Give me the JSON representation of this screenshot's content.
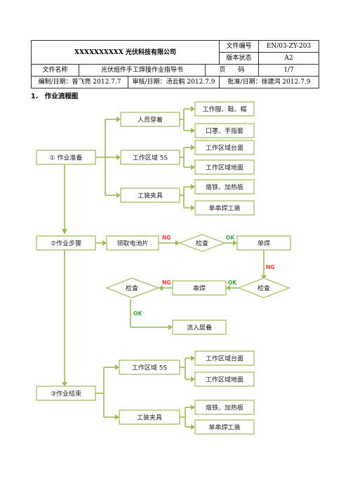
{
  "header": {
    "company": "XXXXXXXXXX 光伏科技有限公司",
    "doc_no_label": "文件编号",
    "doc_no": "EN/03-ZY-203",
    "version_label": "版本状态",
    "version": "A2",
    "doc_name_label": "文件名称",
    "doc_name": "光伏组件手工焊接作业指导书",
    "page_label": "页　　码",
    "page": "1/7",
    "compiled": "编制/日期：曾飞亮 2012.7.7",
    "reviewed": "审核/日期：汤云鹤 2012.7.9",
    "approved": "批准/日期：徐建鸿 2012.7.9"
  },
  "section_title": "1.　作业流程图",
  "flow": {
    "prep": "① 作业准备",
    "attire": "人员穿着",
    "attire_1": "工作服、鞋、帽",
    "attire_2": "口罩、手指套",
    "area5s_a": "工作区域 5S",
    "area_1a": "工作区域台面",
    "area_2a": "工作区域地面",
    "fixture_a": "工装夹具",
    "fixture_1a": "烙铁、加热板",
    "fixture_2a": "单串焊工装",
    "steps": "②作业步骤",
    "get_cells": "领取电池片",
    "check_1": "检查",
    "single_weld": "单焊",
    "check_2": "检查",
    "string_weld": "串焊",
    "check_3": "检查",
    "stack": "流入层叠",
    "end": "③作业结束",
    "area5s_b": "工作区域 5S",
    "area_1b": "工作区域台面",
    "area_2b": "工作区域地面",
    "fixture_b": "工装夹具",
    "fixture_1b": "烙铁、加热板",
    "fixture_2b": "单串焊工装",
    "ng": "NG",
    "ok": "OK"
  }
}
